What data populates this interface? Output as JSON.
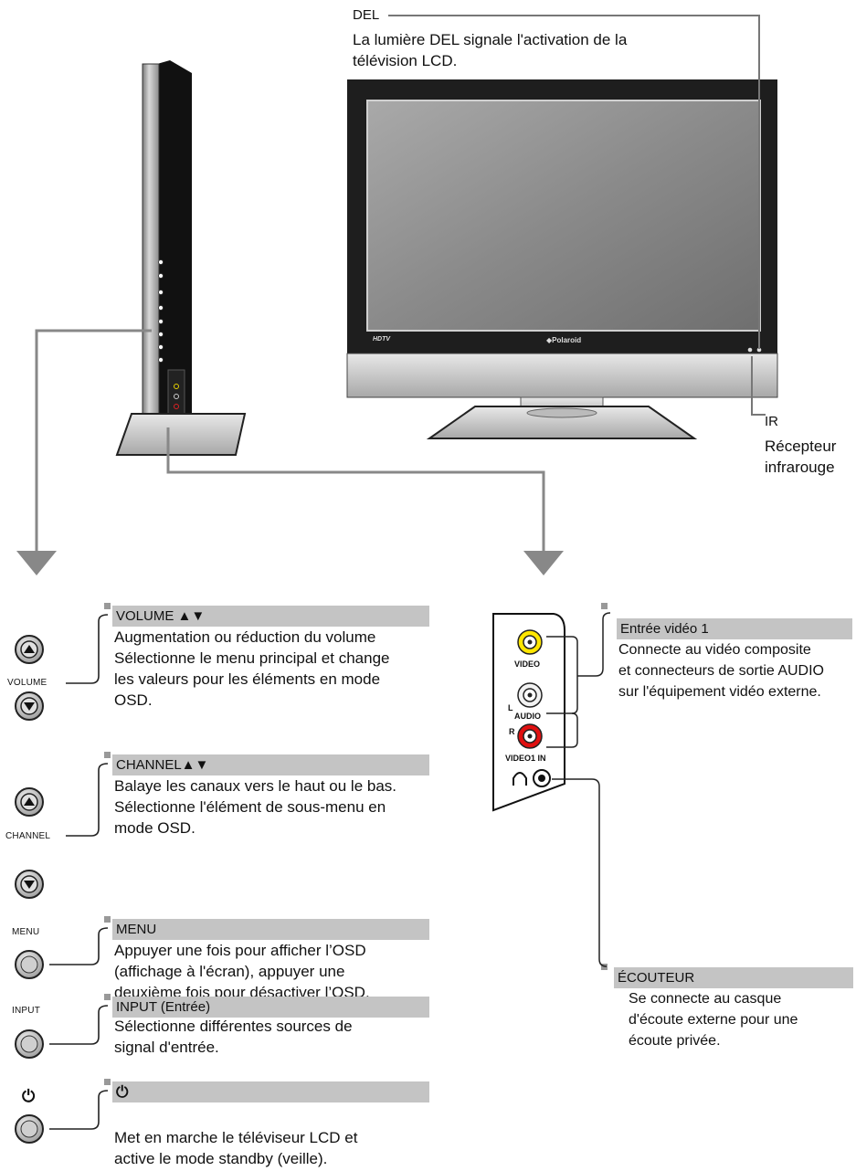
{
  "tv": {
    "led_label": "DEL",
    "led_desc_line1": "La lumière DEL signale l'activation de la",
    "led_desc_line2": "télévision LCD.",
    "ir_label": "IR",
    "ir_desc_line1": "Récepteur",
    "ir_desc_line2": "infrarouge",
    "brand": "◆Polaroid",
    "hdtv_badge": "HDTV"
  },
  "buttons": {
    "volume_label": "VOLUME",
    "channel_label": "CHANNEL",
    "menu_label": "MENU",
    "input_label": "INPUT",
    "power_symbol": "⏻"
  },
  "sections": {
    "volume": {
      "title": "VOLUME ▲▼",
      "lines": [
        "Augmentation ou réduction du volume",
        "Sélectionne le menu principal et change",
        "les valeurs pour les éléments en mode",
        "OSD."
      ]
    },
    "channel": {
      "title": "CHANNEL▲▼",
      "lines": [
        "Balaye les canaux vers le haut ou le bas.",
        "Sélectionne l'élément de sous-menu en",
        "mode OSD."
      ]
    },
    "menu": {
      "title": "MENU",
      "lines": [
        "Appuyer une fois pour afficher l’OSD",
        "(affichage à l'écran), appuyer une",
        "deuxième fois pour désactiver l’OSD."
      ]
    },
    "input": {
      "title": "INPUT (Entrée)",
      "lines": [
        "Sélectionne différentes sources de",
        "signal d'entrée."
      ]
    },
    "power": {
      "title": "⏻",
      "lines": [
        "Met en marche le téléviseur LCD et",
        "active le mode standby (veille)."
      ]
    },
    "video_in": {
      "title": "Entrée vidéo 1",
      "lines": [
        "Connecte au vidéo composite",
        "et connecteurs de sortie AUDIO",
        "sur l'équipement vidéo externe."
      ]
    },
    "earphone": {
      "title": "ÉCOUTEUR",
      "lines": [
        "Se connecte au casque",
        "d'écoute externe pour une",
        "écoute privée."
      ]
    }
  },
  "panel": {
    "video": "VIDEO",
    "l": "L",
    "audio": "AUDIO",
    "r": "R",
    "video1_in": "VIDEO1 IN"
  }
}
